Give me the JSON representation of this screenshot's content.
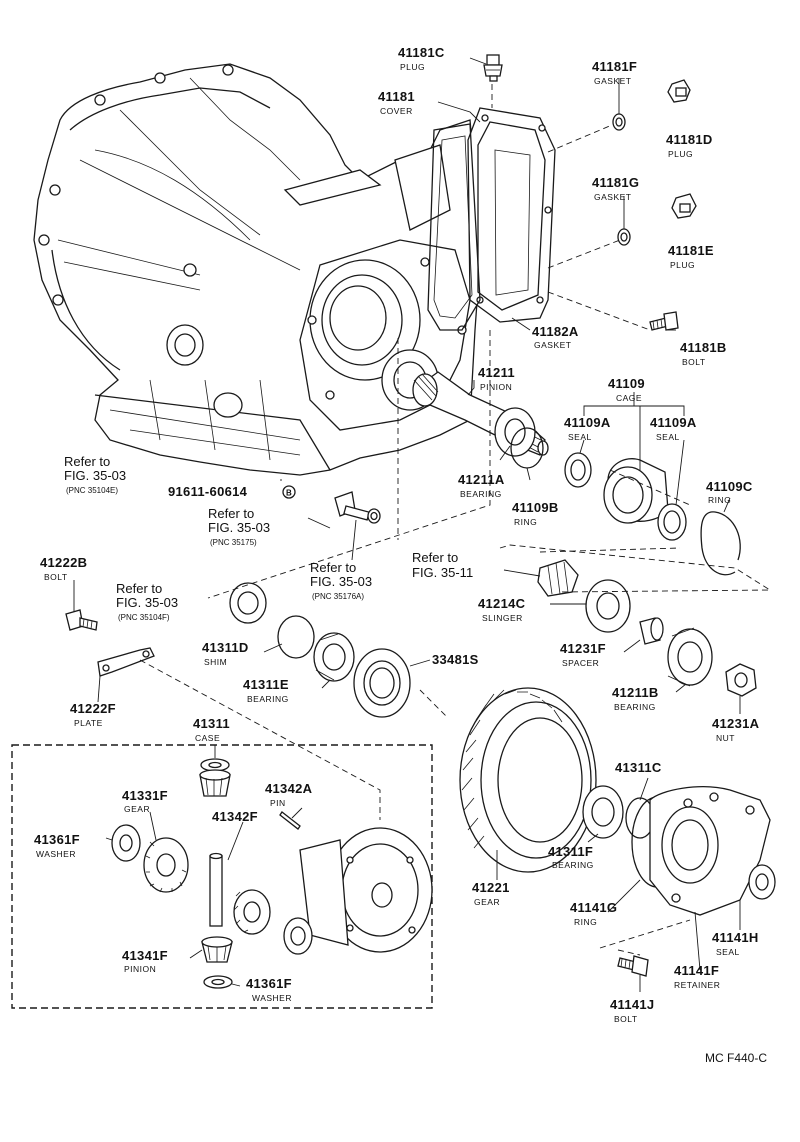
{
  "diagram_code": "MC F440-C",
  "parts": {
    "p41181C": {
      "num": "41181C",
      "name": "PLUG"
    },
    "p41181F": {
      "num": "41181F",
      "name": "GASKET"
    },
    "p41181": {
      "num": "41181",
      "name": "COVER"
    },
    "p41181D": {
      "num": "41181D",
      "name": "PLUG"
    },
    "p41181G": {
      "num": "41181G",
      "name": "GASKET"
    },
    "p41181E": {
      "num": "41181E",
      "name": "PLUG"
    },
    "p41182A": {
      "num": "41182A",
      "name": "GASKET"
    },
    "p41181B": {
      "num": "41181B",
      "name": "BOLT"
    },
    "p41211": {
      "num": "41211",
      "name": "PINION"
    },
    "p41109": {
      "num": "41109",
      "name": "CAGE"
    },
    "p41109A_1": {
      "num": "41109A",
      "name": "SEAL"
    },
    "p41109A_2": {
      "num": "41109A",
      "name": "SEAL"
    },
    "p41211A": {
      "num": "41211A",
      "name": "BEARING"
    },
    "p41109B": {
      "num": "41109B",
      "name": "RING"
    },
    "p41109C": {
      "num": "41109C",
      "name": "RING"
    },
    "p91611": {
      "num": "91611-60614"
    },
    "p41222B": {
      "num": "41222B",
      "name": "BOLT"
    },
    "p41214C": {
      "num": "41214C",
      "name": "SLINGER"
    },
    "p41311D": {
      "num": "41311D",
      "name": "SHIM"
    },
    "p33481S": {
      "num": "33481S"
    },
    "p41231F": {
      "num": "41231F",
      "name": "SPACER"
    },
    "p41311E": {
      "num": "41311E",
      "name": "BEARING"
    },
    "p41211B": {
      "num": "41211B",
      "name": "BEARING"
    },
    "p41231A": {
      "num": "41231A",
      "name": "NUT"
    },
    "p41222F": {
      "num": "41222F",
      "name": "PLATE"
    },
    "p41311": {
      "num": "41311",
      "name": "CASE"
    },
    "p41342A": {
      "num": "41342A",
      "name": "PIN"
    },
    "p41331F": {
      "num": "41331F",
      "name": "GEAR"
    },
    "p41342F": {
      "num": "41342F"
    },
    "p41361F_1": {
      "num": "41361F",
      "name": "WASHER"
    },
    "p41341F": {
      "num": "41341F",
      "name": "PINION"
    },
    "p41361F_2": {
      "num": "41361F",
      "name": "WASHER"
    },
    "p41311C": {
      "num": "41311C"
    },
    "p41311F": {
      "num": "41311F",
      "name": "BEARING"
    },
    "p41221": {
      "num": "41221",
      "name": "GEAR"
    },
    "p41141G": {
      "num": "41141G",
      "name": "RING"
    },
    "p41141H": {
      "num": "41141H",
      "name": "SEAL"
    },
    "p41141F": {
      "num": "41141F",
      "name": "RETAINER"
    },
    "p41141J": {
      "num": "41141J",
      "name": "BOLT"
    }
  },
  "references": {
    "r1": {
      "line1": "Refer to",
      "line2": "FIG. 35-03",
      "pnc": "(PNC 35104E)"
    },
    "r2": {
      "line1": "Refer to",
      "line2": "FIG. 35-03",
      "pnc": "(PNC 35175)"
    },
    "r3": {
      "line1": "Refer to",
      "line2": "FIG. 35-03",
      "pnc": "(PNC 35176A)"
    },
    "r4": {
      "line1": "Refer to",
      "line2": "FIG. 35-11"
    },
    "r5": {
      "line1": "Refer to",
      "line2": "FIG. 35-03",
      "pnc": "(PNC 35104F)"
    }
  }
}
